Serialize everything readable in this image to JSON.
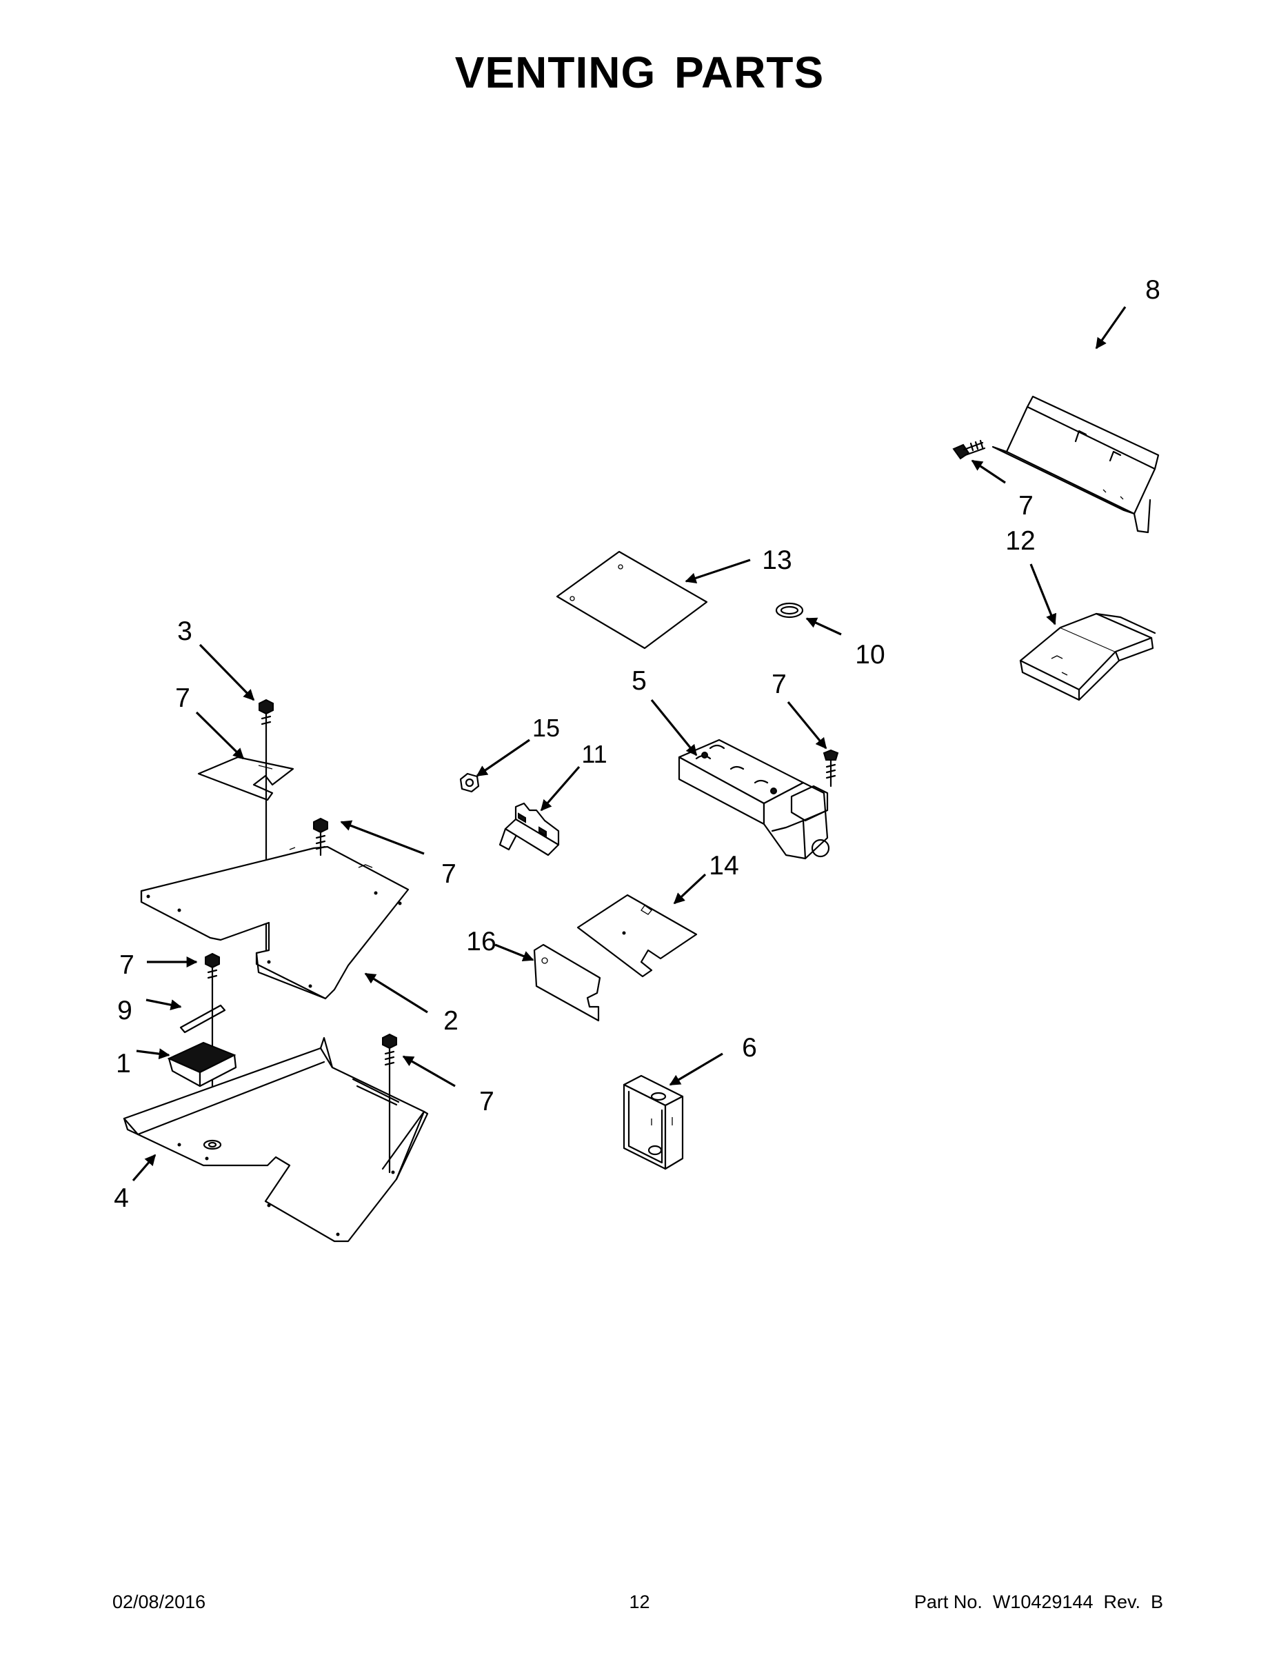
{
  "title": "VENTING PARTS",
  "footer": {
    "date": "02/08/2016",
    "page": "12",
    "part_no": "Part No.  W10429144  Rev.  B"
  },
  "callouts": [
    "8",
    "7",
    "12",
    "13",
    "10",
    "7",
    "5",
    "3",
    "7",
    "15",
    "11",
    "7",
    "14",
    "16",
    "7",
    "9",
    "2",
    "1",
    "6",
    "7",
    "4"
  ]
}
